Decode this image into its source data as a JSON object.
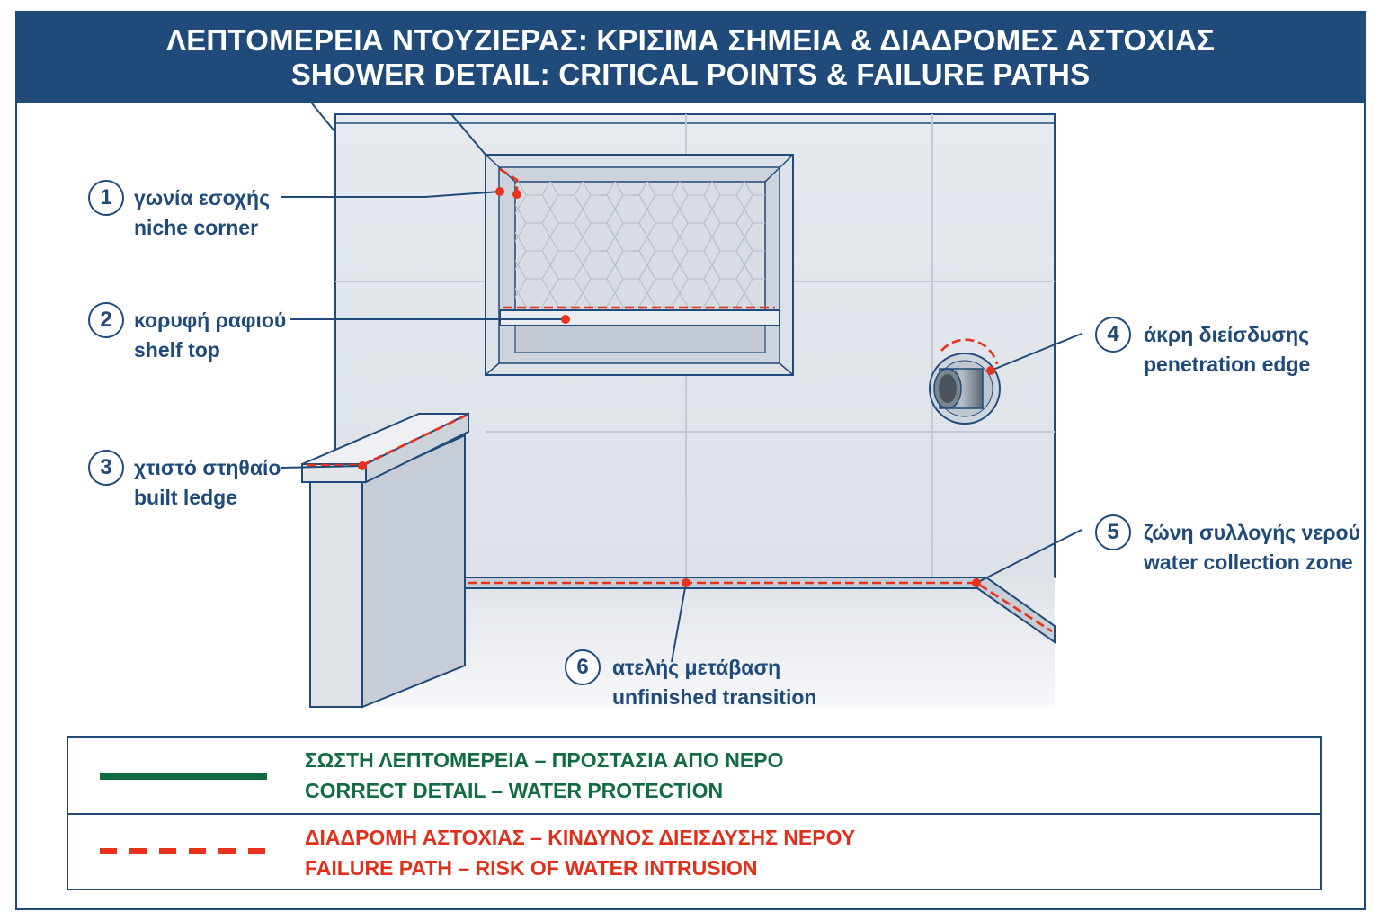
{
  "title": {
    "line1": "ΛΕΠΤΟΜΕΡΕΙΑ ΝΤΟΥΖΙΕΡΑΣ: ΚΡΙΣΙΜΑ ΣΗΜΕΙΑ & ΔΙΑΔΡΟΜΕΣ ΑΣΤΟΧΙΑΣ",
    "line2": "SHOWER DETAIL: CRITICAL POINTS & FAILURE PATHS"
  },
  "callouts": [
    {
      "number": "1",
      "greek": "γωνία εσοχής",
      "english": "niche corner"
    },
    {
      "number": "2",
      "greek": "κορυφή ραφιού",
      "english": "shelf top"
    },
    {
      "number": "3",
      "greek": "χτιστό στηθαίο",
      "english": "built ledge"
    },
    {
      "number": "4",
      "greek": "άκρη διείσδυσης",
      "english": "penetration edge"
    },
    {
      "number": "5",
      "greek": "ζώνη συλλογής νερού",
      "english": "water collection zone"
    },
    {
      "number": "6",
      "greek": "ατελής μετάβαση",
      "english": "unfinished transition"
    }
  ],
  "legend": {
    "correct": {
      "greek": "ΣΩΣΤΗ ΛΕΠΤΟΜΕΡΕΙΑ – ΠΡΟΣΤΑΣΙΑ ΑΠΟ ΝΕΡΟ",
      "english": "CORRECT DETAIL – WATER PROTECTION"
    },
    "failure": {
      "greek": "ΔΙΑΔΡΟΜΗ ΑΣΤΟΧΙΑΣ – ΚΙΝΔΥΝΟΣ ΔΙΕΙΣΔΥΣΗΣ ΝΕΡΟΥ",
      "english": "FAILURE PATH – RISK OF WATER INTRUSION"
    }
  },
  "colors": {
    "navy": "#1f4a7a",
    "correct_green": "#116b43",
    "failure_red": "#e8321c",
    "wall_tile": "#e3e7ec",
    "grout": "#c5ccd5"
  }
}
